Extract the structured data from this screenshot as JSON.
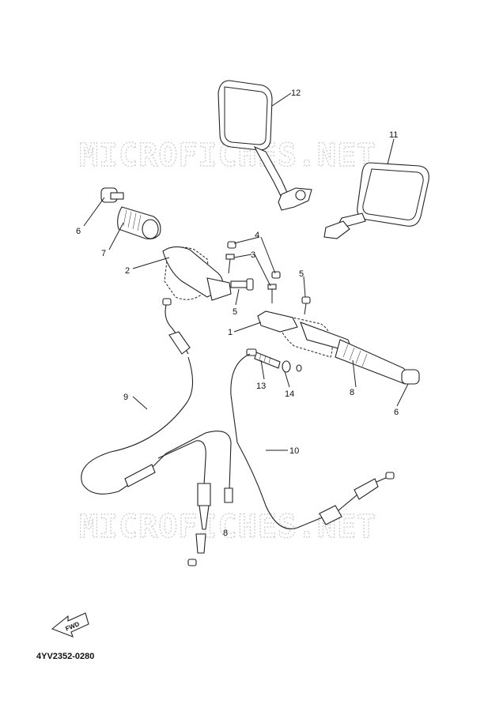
{
  "watermark": {
    "text": "MICROFICHES.NET"
  },
  "drawing_code": "4YV2352-0280",
  "fwd_label": "FWD",
  "callouts": {
    "c1": "1",
    "c2": "2",
    "c3": "3",
    "c4": "4",
    "c5a": "5",
    "c5b": "5",
    "c6a": "6",
    "c6b": "6",
    "c7": "7",
    "c8a": "8",
    "c8b": "8",
    "c9": "9",
    "c10": "10",
    "c11": "11",
    "c12": "12",
    "c13": "13",
    "c14": "14"
  }
}
